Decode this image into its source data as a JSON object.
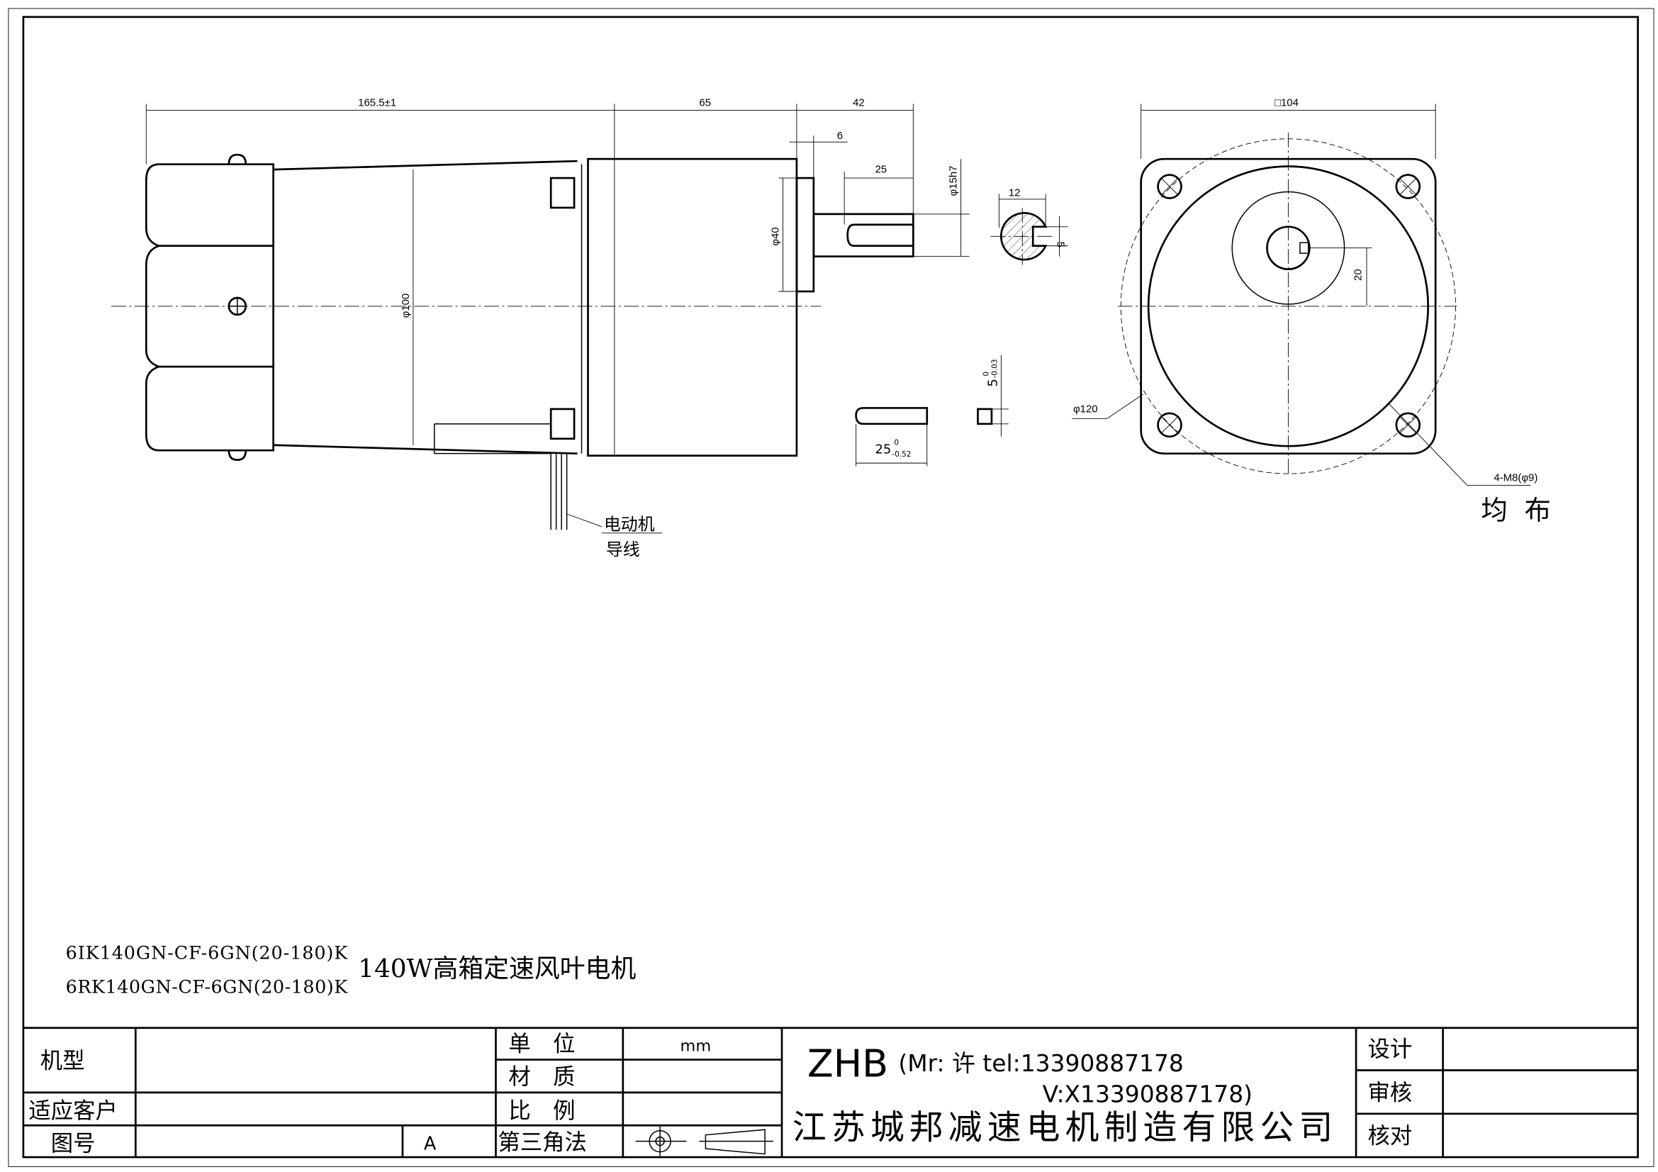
{
  "drawing": {
    "dimensions": {
      "length_motor": "165.5±1",
      "length_gearbox": "65",
      "length_shaft": "42",
      "flange_thickness": "6",
      "key_length": "25",
      "shaft_diameter": "φ15h7",
      "pilot_diameter": "φ40",
      "body_diameter": "φ100",
      "shaft_section_width": "12",
      "keyway_width": "5",
      "key_len_tol": "25",
      "key_len_tol_upper": "0",
      "key_len_tol_lower": "-0.52",
      "key_h": "5",
      "key_h_upper": "0",
      "key_h_lower": "-0.03",
      "square_size": "□104",
      "shaft_offset": "20",
      "pcd": "φ120",
      "holes": "4-M8(φ9)",
      "holes_note": "均  布"
    },
    "wire_label_line1": "电动机",
    "wire_label_line2": "导线"
  },
  "models": {
    "line1": "6IK140GN-CF-6GN(20-180)K",
    "line2": "6RK140GN-CF-6GN(20-180)K",
    "title": "140W高箱定速风叶电机"
  },
  "title_block": {
    "model_label": "机型",
    "customer_label": "适应客户",
    "drawing_no_label": "图号",
    "revision": "A",
    "unit_label": "单　位",
    "unit_value": "mm",
    "material_label": "材　质",
    "scale_label": "比　例",
    "projection_label": "第三角法",
    "company_code": "ZHB",
    "contact_line1": "(Mr: 许 tel:13390887178",
    "contact_line2": "V:X13390887178)",
    "company_name": "江苏城邦减速电机制造有限公司",
    "design_label": "设计",
    "review_label": "审核",
    "check_label": "核对"
  }
}
